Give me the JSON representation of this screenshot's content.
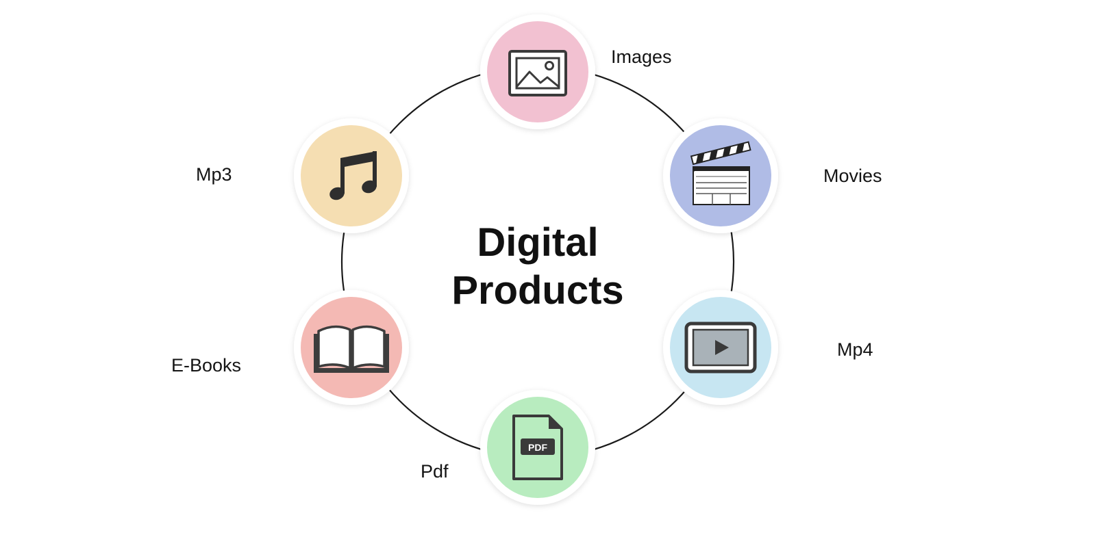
{
  "title": {
    "line1": "Digital",
    "line2": "Products"
  },
  "nodes": [
    {
      "id": "images",
      "label": "Images",
      "icon": "image-icon",
      "color": "#f2c1d1"
    },
    {
      "id": "movies",
      "label": "Movies",
      "icon": "clapperboard-icon",
      "color": "#b0bce6"
    },
    {
      "id": "mp4",
      "label": "Mp4",
      "icon": "video-play-icon",
      "color": "#c7e6f2"
    },
    {
      "id": "pdf",
      "label": "Pdf",
      "icon": "pdf-file-icon",
      "color": "#b8ecbf"
    },
    {
      "id": "ebooks",
      "label": "E-Books",
      "icon": "open-book-icon",
      "color": "#f4b9b4"
    },
    {
      "id": "mp3",
      "label": "Mp3",
      "icon": "music-note-icon",
      "color": "#f5deb2"
    }
  ],
  "icon_text": {
    "pdf_badge": "PDF"
  }
}
